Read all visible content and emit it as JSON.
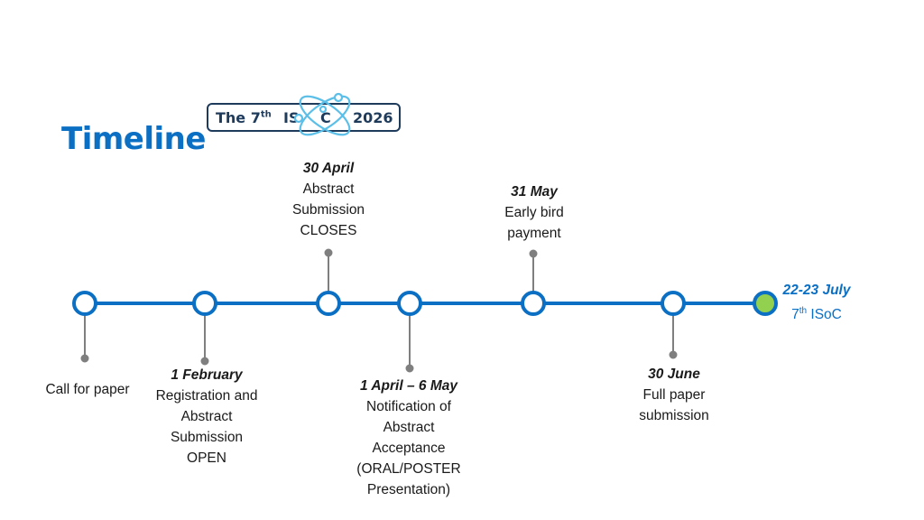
{
  "title": "Timeline",
  "logo": {
    "prefix": "The 7",
    "sup": "th",
    "name_a": "IS",
    "name_b": "C",
    "year": "2026"
  },
  "colors": {
    "line": "#0b6fc4",
    "final_node": "#92d050",
    "stem": "#7f7f7f",
    "text": "#1a1a1a"
  },
  "milestones": [
    {
      "date": "",
      "lines": [
        "Call for paper"
      ]
    },
    {
      "date": "1 February",
      "lines": [
        "Registration and",
        "Abstract",
        "Submission",
        "OPEN"
      ]
    },
    {
      "date": "30 April",
      "lines": [
        "Abstract",
        "Submission",
        "CLOSES"
      ]
    },
    {
      "date": "1 April – 6 May",
      "lines": [
        "Notification of",
        "Abstract",
        "Acceptance",
        "(ORAL/POSTER",
        "Presentation)"
      ]
    },
    {
      "date": "31 May",
      "lines": [
        "Early bird",
        "payment"
      ]
    },
    {
      "date": "30 June",
      "lines": [
        "Full paper",
        "submission"
      ]
    },
    {
      "date": "22-23 July",
      "lines": [
        "7",
        "th",
        " ISoC"
      ]
    }
  ]
}
